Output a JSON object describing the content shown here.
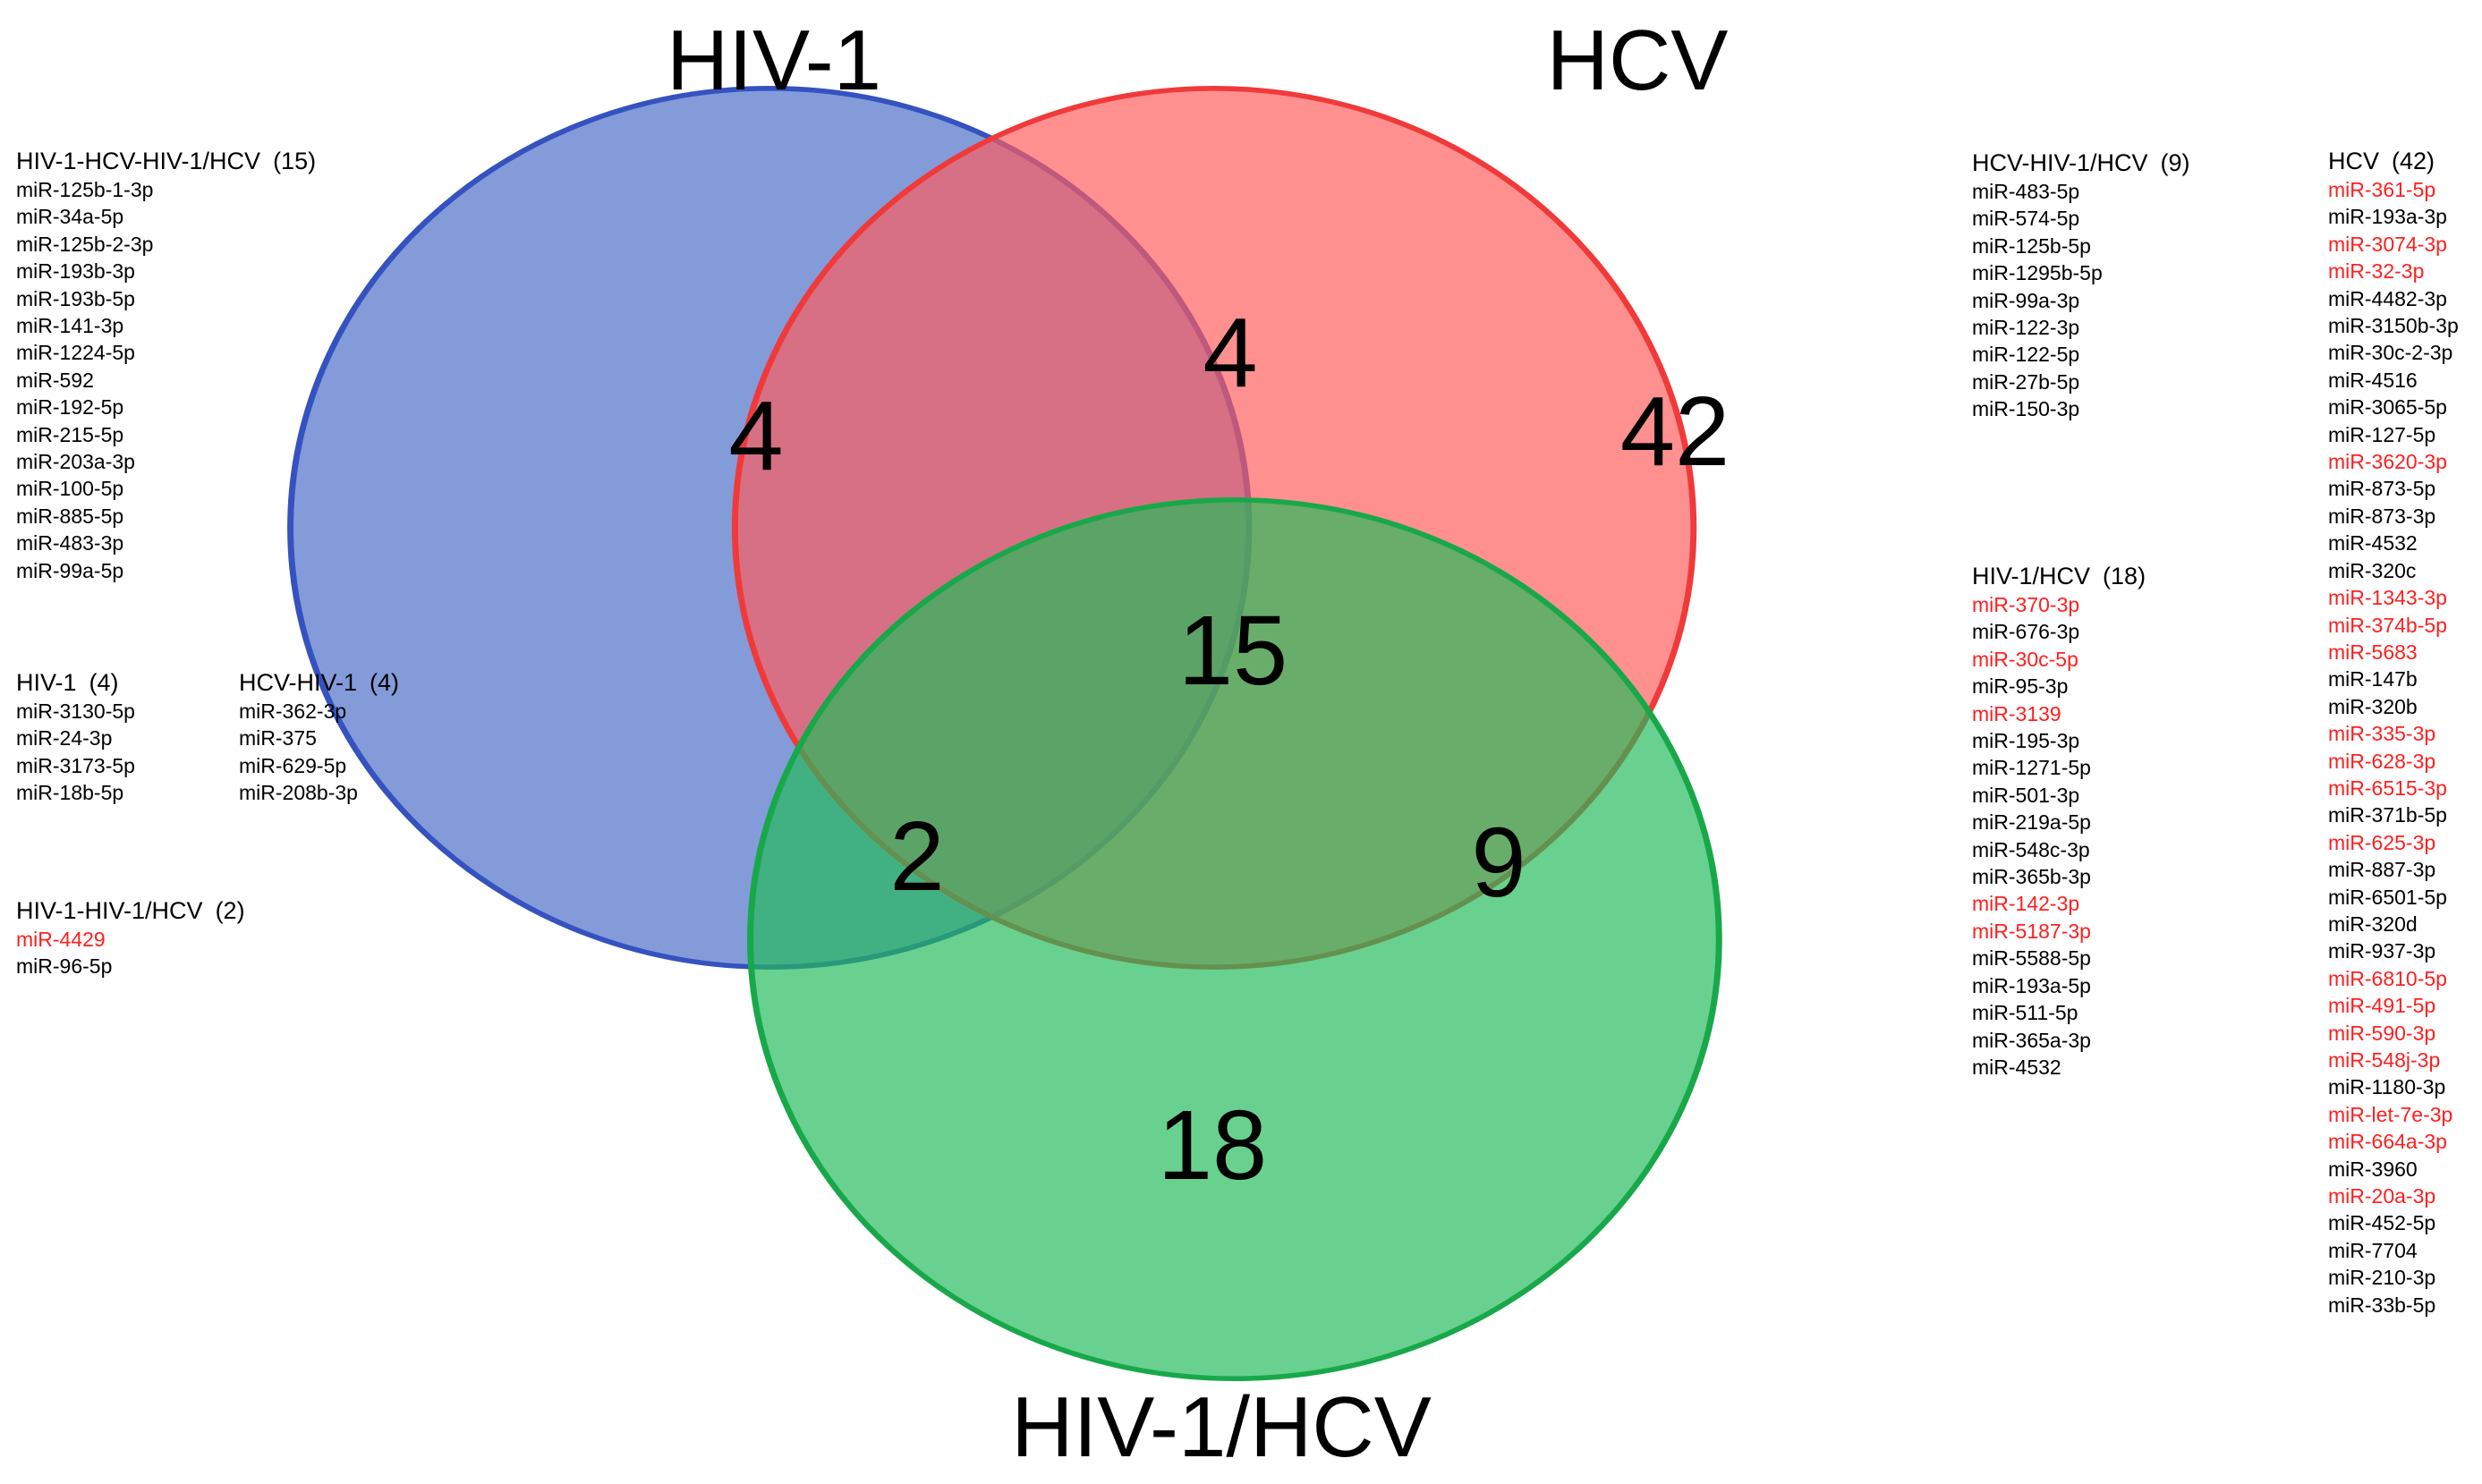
{
  "sets": [
    {
      "id": "hiv1",
      "title": "HIV-1",
      "color": "#3f5fc0"
    },
    {
      "id": "hcv",
      "title": "HCV",
      "color": "#f23d3d"
    },
    {
      "id": "coinf",
      "title": "HIV-1/HCV",
      "color": "#1faa4a"
    }
  ],
  "regions": {
    "hiv1_only": "4",
    "hiv1_hcv": "4",
    "hcv_only": "42",
    "all_three": "15",
    "hiv1_coinf": "2",
    "hcv_coinf": "9",
    "coinf_only": "18"
  },
  "colors": {
    "hiv1_fill": "#849bd9",
    "hcv_fill": "#fe8d8d",
    "coinf_fill": "#5fd28a",
    "highlight_text": "#ff1f1f"
  },
  "lists": {
    "all_three": {
      "label": "HIV-1-HCV-HIV-1/HCV",
      "count": "(15)",
      "items": [
        {
          "name": "miR-125b-1-3p",
          "red": false
        },
        {
          "name": "miR-34a-5p",
          "red": false
        },
        {
          "name": "miR-125b-2-3p",
          "red": false
        },
        {
          "name": "miR-193b-3p",
          "red": false
        },
        {
          "name": "miR-193b-5p",
          "red": false
        },
        {
          "name": "miR-141-3p",
          "red": false
        },
        {
          "name": "miR-1224-5p",
          "red": false
        },
        {
          "name": "miR-592",
          "red": false
        },
        {
          "name": "miR-192-5p",
          "red": false
        },
        {
          "name": "miR-215-5p",
          "red": false
        },
        {
          "name": "miR-203a-3p",
          "red": false
        },
        {
          "name": "miR-100-5p",
          "red": false
        },
        {
          "name": "miR-885-5p",
          "red": false
        },
        {
          "name": "miR-483-3p",
          "red": false
        },
        {
          "name": "miR-99a-5p",
          "red": false
        }
      ]
    },
    "hiv1_only": {
      "label": "HIV-1",
      "count": "(4)",
      "items": [
        {
          "name": "miR-3130-5p",
          "red": false
        },
        {
          "name": "miR-24-3p",
          "red": false
        },
        {
          "name": "miR-3173-5p",
          "red": false
        },
        {
          "name": "miR-18b-5p",
          "red": false
        }
      ]
    },
    "hcv_hiv1": {
      "label": "HCV-HIV-1",
      "count": "(4)",
      "items": [
        {
          "name": "miR-362-3p",
          "red": false
        },
        {
          "name": "miR-375",
          "red": false
        },
        {
          "name": "miR-629-5p",
          "red": false
        },
        {
          "name": "miR-208b-3p",
          "red": false
        }
      ]
    },
    "hiv1_coinf": {
      "label": "HIV-1-HIV-1/HCV",
      "count": "(2)",
      "items": [
        {
          "name": "miR-4429",
          "red": true
        },
        {
          "name": "miR-96-5p",
          "red": false
        }
      ]
    },
    "hcv_coinf": {
      "label": "HCV-HIV-1/HCV",
      "count": "(9)",
      "items": [
        {
          "name": "miR-483-5p",
          "red": false
        },
        {
          "name": "miR-574-5p",
          "red": false
        },
        {
          "name": "miR-125b-5p",
          "red": false
        },
        {
          "name": "miR-1295b-5p",
          "red": false
        },
        {
          "name": "miR-99a-3p",
          "red": false
        },
        {
          "name": "miR-122-3p",
          "red": false
        },
        {
          "name": "miR-122-5p",
          "red": false
        },
        {
          "name": "miR-27b-5p",
          "red": false
        },
        {
          "name": "miR-150-3p",
          "red": false
        }
      ]
    },
    "coinf_only": {
      "label": "HIV-1/HCV",
      "count": "(18)",
      "items": [
        {
          "name": "miR-370-3p",
          "red": true
        },
        {
          "name": "miR-676-3p",
          "red": false
        },
        {
          "name": "miR-30c-5p",
          "red": true
        },
        {
          "name": "miR-95-3p",
          "red": false
        },
        {
          "name": "miR-3139",
          "red": true
        },
        {
          "name": "miR-195-3p",
          "red": false
        },
        {
          "name": "miR-1271-5p",
          "red": false
        },
        {
          "name": "miR-501-3p",
          "red": false
        },
        {
          "name": "miR-219a-5p",
          "red": false
        },
        {
          "name": "miR-548c-3p",
          "red": false
        },
        {
          "name": "miR-365b-3p",
          "red": false
        },
        {
          "name": "miR-142-3p",
          "red": true
        },
        {
          "name": "miR-5187-3p",
          "red": true
        },
        {
          "name": "miR-5588-5p",
          "red": false
        },
        {
          "name": "miR-193a-5p",
          "red": false
        },
        {
          "name": "miR-511-5p",
          "red": false
        },
        {
          "name": "miR-365a-3p",
          "red": false
        },
        {
          "name": "miR-4532",
          "red": false
        }
      ]
    },
    "hcv_only": {
      "label": "HCV",
      "count": "(42)",
      "items": [
        {
          "name": "miR-361-5p",
          "red": true
        },
        {
          "name": "miR-193a-3p",
          "red": false
        },
        {
          "name": "miR-3074-3p",
          "red": true
        },
        {
          "name": "miR-32-3p",
          "red": true
        },
        {
          "name": "miR-4482-3p",
          "red": false
        },
        {
          "name": "miR-3150b-3p",
          "red": false
        },
        {
          "name": "miR-30c-2-3p",
          "red": false
        },
        {
          "name": "miR-4516",
          "red": false
        },
        {
          "name": "miR-3065-5p",
          "red": false
        },
        {
          "name": "miR-127-5p",
          "red": false
        },
        {
          "name": "miR-3620-3p",
          "red": true
        },
        {
          "name": "miR-873-5p",
          "red": false
        },
        {
          "name": "miR-873-3p",
          "red": false
        },
        {
          "name": "miR-4532",
          "red": false
        },
        {
          "name": "miR-320c",
          "red": false
        },
        {
          "name": "miR-1343-3p",
          "red": true
        },
        {
          "name": "miR-374b-5p",
          "red": true
        },
        {
          "name": "miR-5683",
          "red": true
        },
        {
          "name": "miR-147b",
          "red": false
        },
        {
          "name": "miR-320b",
          "red": false
        },
        {
          "name": "miR-335-3p",
          "red": true
        },
        {
          "name": "miR-628-3p",
          "red": true
        },
        {
          "name": "miR-6515-3p",
          "red": true
        },
        {
          "name": "miR-371b-5p",
          "red": false
        },
        {
          "name": "miR-625-3p",
          "red": true
        },
        {
          "name": "miR-887-3p",
          "red": false
        },
        {
          "name": "miR-6501-5p",
          "red": false
        },
        {
          "name": "miR-320d",
          "red": false
        },
        {
          "name": "miR-937-3p",
          "red": false
        },
        {
          "name": "miR-6810-5p",
          "red": true
        },
        {
          "name": "miR-491-5p",
          "red": true
        },
        {
          "name": "miR-590-3p",
          "red": true
        },
        {
          "name": "miR-548j-3p",
          "red": true
        },
        {
          "name": "miR-1180-3p",
          "red": false
        },
        {
          "name": "miR-let-7e-3p",
          "red": true
        },
        {
          "name": "miR-664a-3p",
          "red": true
        },
        {
          "name": "miR-3960",
          "red": false
        },
        {
          "name": "miR-20a-3p",
          "red": true
        },
        {
          "name": "miR-452-5p",
          "red": false
        },
        {
          "name": "miR-7704",
          "red": false
        },
        {
          "name": "miR-210-3p",
          "red": false
        },
        {
          "name": "miR-33b-5p",
          "red": false
        }
      ]
    }
  }
}
